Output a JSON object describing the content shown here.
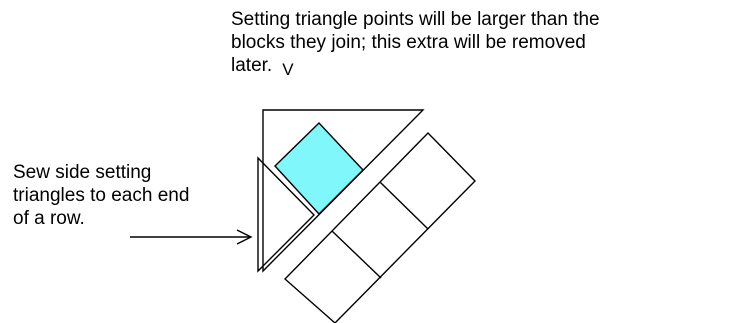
{
  "top_note": {
    "lines": [
      "Setting triangle points will be larger than the",
      "blocks they join; this extra will be removed",
      "later."
    ],
    "marker": "V"
  },
  "left_note": {
    "lines": [
      "Sew side setting",
      "triangles to each end",
      "of a row."
    ]
  },
  "colors": {
    "highlight_fill": "#7ff7fb",
    "stroke": "#000000",
    "background": "#ffffff"
  }
}
